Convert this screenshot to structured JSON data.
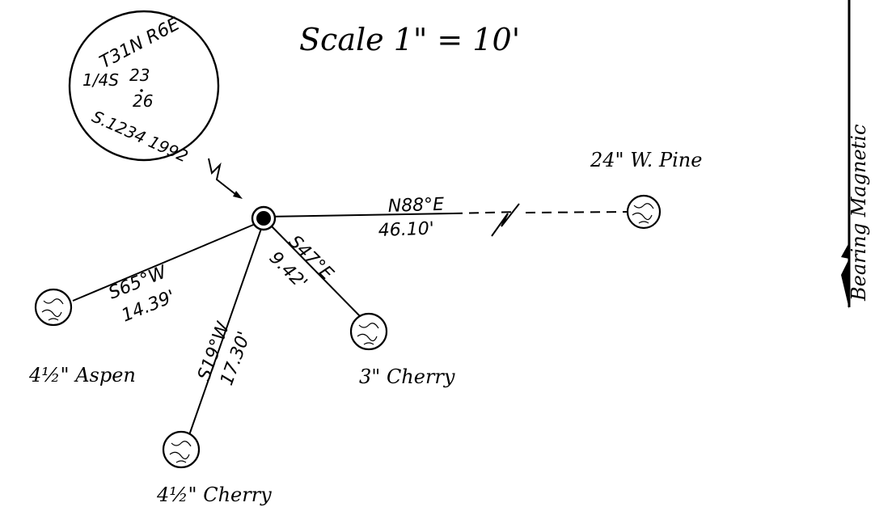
{
  "scale": {
    "text": "Scale 1\" = 10'"
  },
  "corner_tag": {
    "top": "T31N R6E",
    "sections_label": "1/4S",
    "section_a": "23",
    "section_b": "26",
    "bottom": "S.1234 1992"
  },
  "north_arrow": {
    "label": "Bearing Magnetic"
  },
  "bearings": {
    "east": {
      "bearing": "N88°E",
      "distance": "46.10'"
    },
    "west": {
      "bearing": "S65°W",
      "distance": "14.39'"
    },
    "south": {
      "bearing": "S19°W",
      "distance": "17.30'"
    },
    "southeast": {
      "bearing": "S47°E",
      "distance": "9.42'"
    }
  },
  "trees": {
    "pine": "24\" W. Pine",
    "aspen": "4½\" Aspen",
    "cherry_small": "3\" Cherry",
    "cherry_large": "4½\" Cherry"
  }
}
